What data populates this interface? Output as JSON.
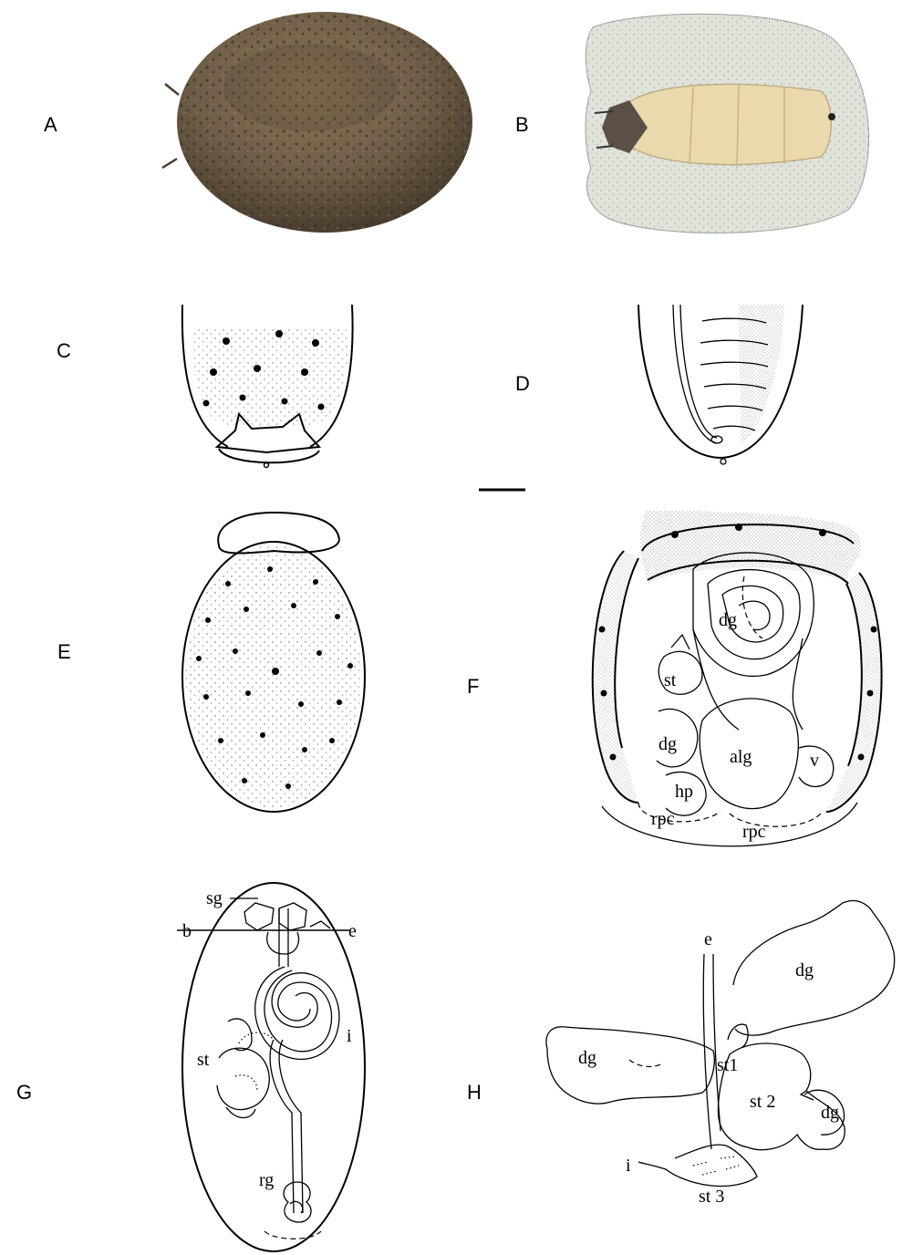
{
  "panels": {
    "A": {
      "letter": "A"
    },
    "B": {
      "letter": "B"
    },
    "C": {
      "letter": "C"
    },
    "D": {
      "letter": "D"
    },
    "E": {
      "letter": "E"
    },
    "F": {
      "letter": "F",
      "labels": {
        "dg": "dg",
        "st": "st",
        "dg2": "dg",
        "alg": "alg",
        "v": "v",
        "hp": "hp",
        "rpc1": "rpc",
        "rpc2": "rpc"
      }
    },
    "G": {
      "letter": "G",
      "labels": {
        "sg": "sg",
        "b": "b",
        "e": "e",
        "i": "i",
        "st": "st",
        "rg": "rg"
      }
    },
    "H": {
      "letter": "H",
      "labels": {
        "e": "e",
        "dg1": "dg",
        "dg2": "dg",
        "st1": "st1",
        "st2": "st 2",
        "dg3": "dg",
        "i": "i",
        "st3": "st 3"
      }
    }
  },
  "colors": {
    "mantle_brown": "#6e5d47",
    "mantle_dark": "#3e3326",
    "foot_cream": "#e9d9ad",
    "mantle_underside": "#dfe3da",
    "ink": "#000000"
  }
}
